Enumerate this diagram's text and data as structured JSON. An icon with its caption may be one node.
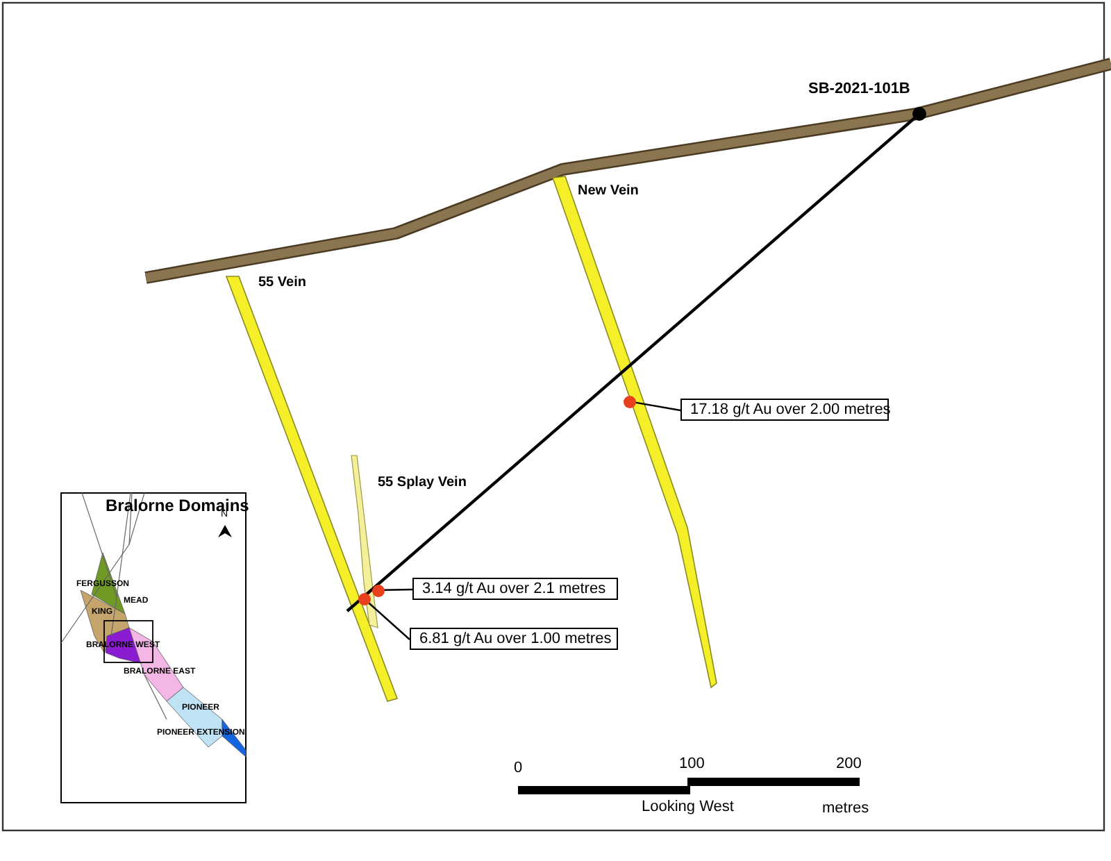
{
  "diagram": {
    "nodes": [
      {
        "text": [
          "17.18 g/t Au over 2.00 metres"
        ]
      },
      {
        "text": [],
        "shape": "circle"
      },
      {
        "text": [
          "3.14 g/t Au over 2.1 metres"
        ]
      },
      {
        "text": [],
        "shape": "circle"
      },
      {
        "text": [
          "6.81 g/t Au over 1.00 metres"
        ]
      },
      {
        "text": [],
        "shape": "circle"
      }
    ],
    "edges": [
      {
        "from": 0,
        "to": 1,
        "arrow": "none"
      },
      {
        "from": 2,
        "to": 3,
        "arrow": "none"
      },
      {
        "from": 4,
        "to": 5,
        "arrow": "none"
      }
    ],
    "labels": [
      "SB-2021-101B",
      "New Vein",
      "55 Vein",
      "55 Splay Vein",
      "Bralorne Domains",
      "N",
      "FERGUSSON",
      "MEAD",
      "KING",
      "BRALORNE WEST",
      "BRALORNE EAST",
      "PIONEER",
      "PIONEER EXTENSION",
      "0",
      "100",
      "200",
      "Looking West",
      "metres"
    ]
  }
}
